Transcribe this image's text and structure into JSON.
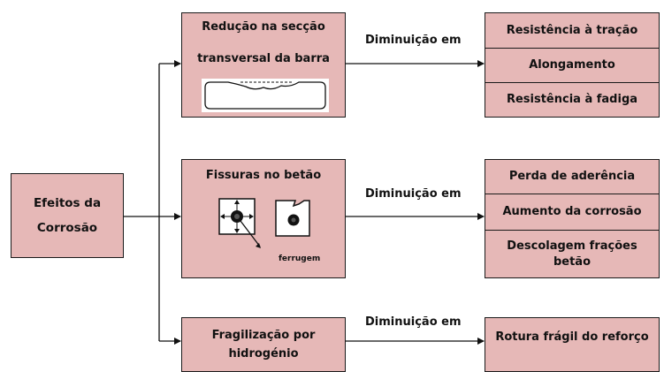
{
  "source": {
    "line1": "Efeitos da",
    "line2": "Corrosão"
  },
  "effects": [
    {
      "title_line1": "Redução na secção",
      "title_line2": "transversal da barra",
      "arrow_label": "Diminuição em",
      "results": [
        "Resistência à tração",
        "Alongamento",
        "Resistência à fadiga"
      ]
    },
    {
      "title_line1": "Fissuras no betão",
      "image_label": "ferrugem",
      "arrow_label": "Diminuição em",
      "results": [
        "Perda de aderência",
        "Aumento da corrosão",
        "Descolagem frações betão"
      ]
    },
    {
      "title_line1": "Fragilização por",
      "title_line2": "hidrogénio",
      "arrow_label": "Diminuição em",
      "results": [
        "Rotura frágil do reforço"
      ]
    }
  ],
  "colors": {
    "box_fill": "#e6b8b7",
    "stroke": "#1a1a1a"
  }
}
